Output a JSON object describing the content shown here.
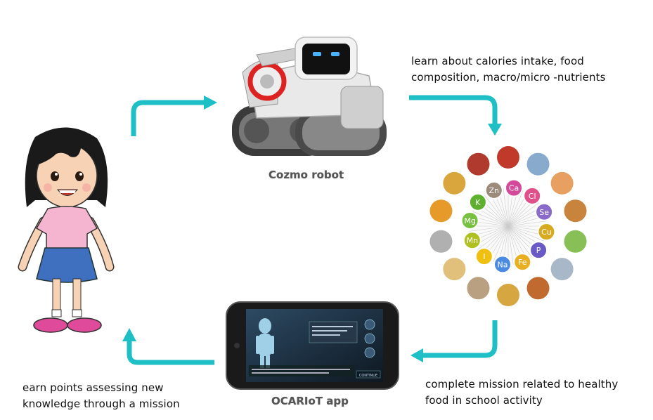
{
  "steps": {
    "robot_to_food": "learn about calories intake, food composition, macro/micro -nutrients",
    "food_to_app": "complete mission related to healthy food in school activity",
    "app_to_child": "earn points assessing new knowledge through a mission"
  },
  "captions": {
    "robot": "Cozmo robot",
    "app": "OCARIoT app"
  },
  "nutrients": [
    "Zn",
    "Ca",
    "Cl",
    "Se",
    "Cu",
    "P",
    "Fe",
    "Na",
    "I",
    "Mn",
    "Mg",
    "K"
  ],
  "app_screen": {
    "button": "CONTINUE"
  },
  "colors": {
    "arrow": "#1fbfc6",
    "background": "#ffffff"
  }
}
